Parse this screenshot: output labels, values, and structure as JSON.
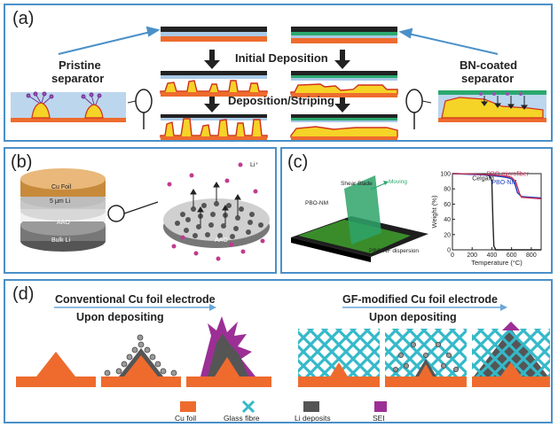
{
  "panel_a": {
    "label": "(a)",
    "pristine": "Pristine\nseparator",
    "pristine_l1": "Pristine",
    "pristine_l2": "separator",
    "bn_l1": "BN-coated",
    "bn_l2": "separator",
    "initial": "Initial Deposition",
    "depstrip": "Deposition/Striping"
  },
  "panel_b": {
    "label": "(b)",
    "cu": "Cu Foil",
    "li5": "5 μm Li",
    "aao": "AAO",
    "bulk": "Bulk Li",
    "aao2": "AAO",
    "li_plus": "Li⁺"
  },
  "panel_c": {
    "label": "(c)",
    "shear": "Shear Blade",
    "moving": "Moving",
    "pbonm": "PBO-NM",
    "dispersion": "PBO-NF dispersion"
  },
  "chart_data": {
    "type": "line",
    "xlabel": "Temperature (°C)",
    "ylabel": "Weight (%)",
    "xlim": [
      0,
      900
    ],
    "ylim": [
      0,
      100
    ],
    "xticks": [
      0,
      200,
      400,
      600,
      800
    ],
    "yticks": [
      0,
      20,
      40,
      60,
      80,
      100
    ],
    "series": [
      {
        "name": "Celgard",
        "color": "#222222",
        "x": [
          0,
          100,
          200,
          300,
          380,
          400,
          410,
          420,
          440,
          600,
          900
        ],
        "y": [
          100,
          99.8,
          99.5,
          99,
          97,
          90,
          40,
          5,
          0,
          0,
          0
        ]
      },
      {
        "name": "PBO-NM",
        "color": "#1f3fbf",
        "x": [
          0,
          100,
          200,
          300,
          400,
          500,
          550,
          600,
          630,
          660,
          700,
          800,
          900
        ],
        "y": [
          100,
          99.5,
          99,
          98.5,
          97.5,
          96,
          95,
          93,
          88,
          75,
          70,
          69,
          68
        ]
      },
      {
        "name": "PBO microfiber",
        "color": "#c0305a",
        "x": [
          0,
          100,
          200,
          300,
          400,
          500,
          550,
          600,
          640,
          680,
          700,
          800,
          900
        ],
        "y": [
          100,
          99.8,
          99.5,
          99,
          98.5,
          97.5,
          96.5,
          95,
          90,
          74,
          69,
          68,
          67
        ]
      }
    ]
  },
  "panel_d": {
    "label": "(d)",
    "conv": "Conventional Cu foil electrode",
    "upon1": "Upon depositing",
    "gf": "GF-modified Cu foil electrode",
    "upon2": "Upon depositing",
    "legend": {
      "cu": "Cu foil",
      "glass": "Glass fibre",
      "li": "Li deposits",
      "sei": "SEI"
    },
    "colors": {
      "cu": "#ee6b2d",
      "glass": "#35b9c9",
      "li": "#555555",
      "sei": "#9c2f95"
    }
  }
}
